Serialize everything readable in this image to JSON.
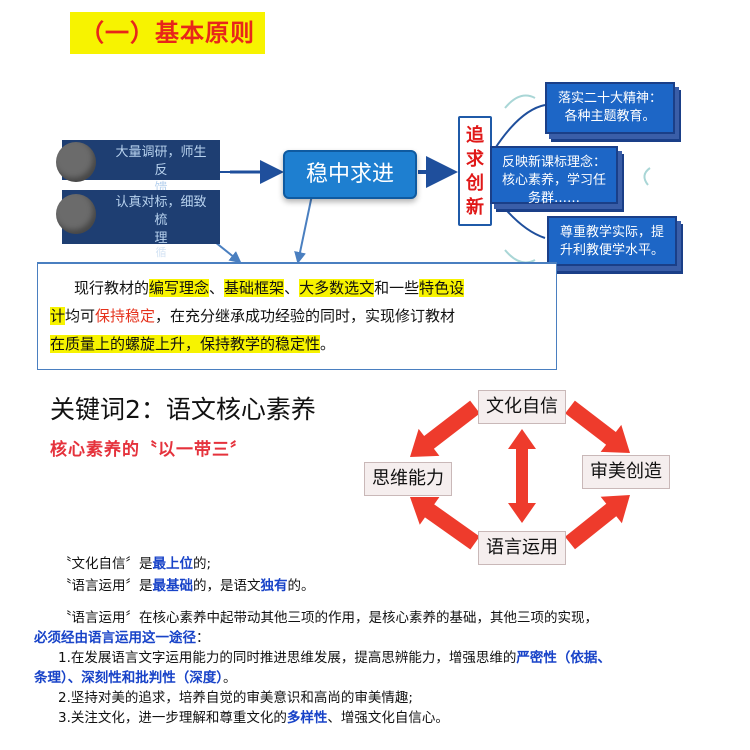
{
  "section_title": "（一）基本原则",
  "left_items": [
    "大量调研，师生反馈",
    "认真对标，细致梳理"
  ],
  "left_items_lines": [
    [
      "大量调研，师生反",
      "馈"
    ],
    [
      "认真对标，细致梳",
      "理"
    ]
  ],
  "left_cut_text": "循",
  "center_label": "稳中求进",
  "chase_label_chars": [
    "追",
    "求",
    "创",
    "新"
  ],
  "right_boxes": [
    [
      "落实二十大精神：",
      "各种主题教育。"
    ],
    [
      "反映新课标理念：",
      "核心素养，学习任",
      "务群……"
    ],
    [
      "尊重教学实际，提",
      "升利教便学水平。"
    ]
  ],
  "summary": {
    "line1": [
      {
        "t": "现行教材的",
        "s": ""
      },
      {
        "t": "编写理念",
        "s": "hl"
      },
      {
        "t": "、",
        "s": ""
      },
      {
        "t": "基础框架",
        "s": "hl"
      },
      {
        "t": "、",
        "s": ""
      },
      {
        "t": "大多数选文",
        "s": "hl"
      },
      {
        "t": "和一些",
        "s": ""
      },
      {
        "t": "特色设",
        "s": "hl"
      }
    ],
    "line2": [
      {
        "t": "计",
        "s": "hl"
      },
      {
        "t": "均可",
        "s": ""
      },
      {
        "t": "保持稳定",
        "s": "red"
      },
      {
        "t": "，在充分继承成功经验的同时，实现修订教材",
        "s": ""
      }
    ],
    "line3": [
      {
        "t": "在质量上的螺旋上升，保持教学的稳定性",
        "s": "hl"
      },
      {
        "t": "。",
        "s": ""
      }
    ]
  },
  "keyword_title": "关键词2：语文核心素养",
  "keyword_subtitle": "核心素养的〝以一带三〞",
  "cycle": {
    "top": "文化自信",
    "left": "思维能力",
    "right": "审美创造",
    "bottom": "语言运用",
    "arrow_color": "#ee3b2c"
  },
  "notes_short": [
    [
      {
        "t": "〝文化自信〞是",
        "s": ""
      },
      {
        "t": "最上位",
        "s": "b"
      },
      {
        "t": "的;",
        "s": ""
      }
    ],
    [
      {
        "t": "〝语言运用〞是",
        "s": ""
      },
      {
        "t": "最基础",
        "s": "b"
      },
      {
        "t": "的，是语文",
        "s": ""
      },
      {
        "t": "独有",
        "s": "b"
      },
      {
        "t": "的。",
        "s": ""
      }
    ]
  ],
  "notes_long": [
    [
      {
        "t": "〝语言运用〞在核心素养中起带动其他三项的作用，是核心素养的基础，其他三项的实现，",
        "s": ""
      }
    ],
    [
      {
        "t": "必须经由语言运用这一途径",
        "s": "b"
      },
      {
        "t": "：",
        "s": ""
      }
    ],
    [
      {
        "t": "1.在发展语言文字运用能力的同时推进思维发展，提高思辨能力，增强思维的",
        "s": ""
      },
      {
        "t": "严密性（依据、",
        "s": "b"
      }
    ],
    [
      {
        "t": "条理）、深刻性和批判性（深度）",
        "s": "b"
      },
      {
        "t": "。",
        "s": ""
      }
    ],
    [
      {
        "t": "2.坚持对美的追求，培养自觉的审美意识和高尚的审美情趣;",
        "s": ""
      }
    ],
    [
      {
        "t": "3.关注文化，进一步理解和尊重文化的",
        "s": ""
      },
      {
        "t": "多样性",
        "s": "b"
      },
      {
        "t": "、增强文化自信心。",
        "s": ""
      }
    ]
  ]
}
